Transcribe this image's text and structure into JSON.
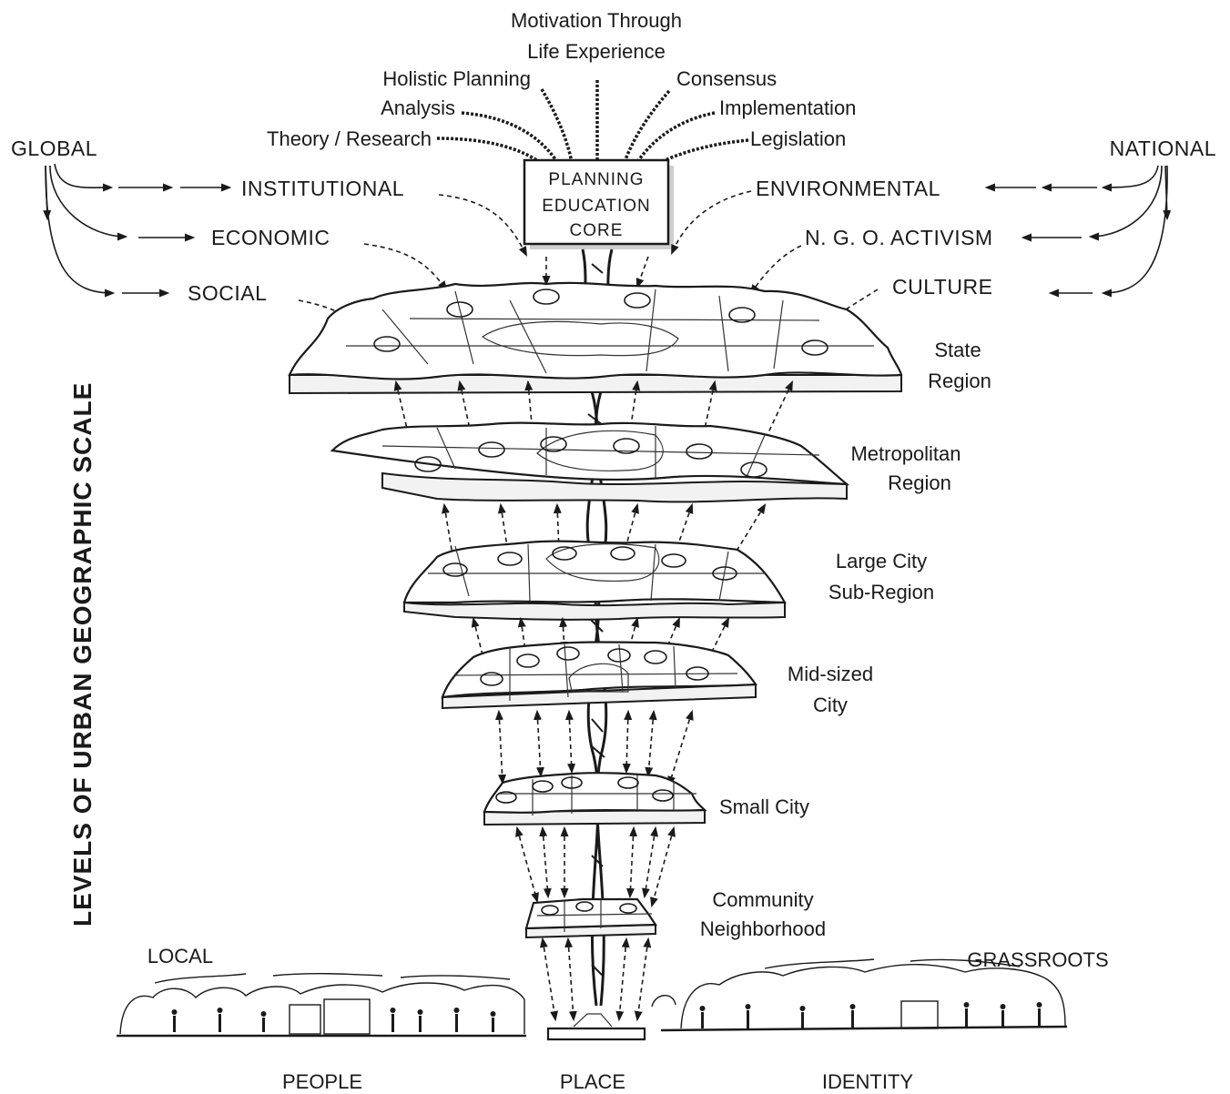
{
  "top_roots": {
    "motivation_line1": "Motivation Through",
    "motivation_line2": "Life Experience",
    "holistic_planning": "Holistic Planning",
    "analysis": "Analysis",
    "theory_research": "Theory / Research",
    "consensus": "Consensus",
    "implementation": "Implementation",
    "legislation": "Legislation"
  },
  "core": {
    "line1": "PLANNING",
    "line2": "EDUCATION",
    "line3": "CORE"
  },
  "left_forces": {
    "global": "GLOBAL",
    "institutional": "INSTITUTIONAL",
    "economic": "ECONOMIC",
    "social": "SOCIAL"
  },
  "right_forces": {
    "national": "NATIONAL",
    "environmental": "ENVIRONMENTAL",
    "ngo_activism": "N. G. O. ACTIVISM",
    "culture": "CULTURE"
  },
  "side_axis": "LEVELS OF URBAN GEOGRAPHIC SCALE",
  "levels": [
    {
      "line1": "State",
      "line2": "Region"
    },
    {
      "line1": "Metropolitan",
      "line2": "Region"
    },
    {
      "line1": "Large City",
      "line2": "Sub-Region"
    },
    {
      "line1": "Mid-sized",
      "line2": "City"
    },
    {
      "line1": "Small City",
      "line2": ""
    },
    {
      "line1": "Community",
      "line2": "Neighborhood"
    }
  ],
  "ground": {
    "local": "LOCAL",
    "grassroots": "GRASSROOTS",
    "people": "PEOPLE",
    "place": "PLACE",
    "identity": "IDENTITY"
  }
}
